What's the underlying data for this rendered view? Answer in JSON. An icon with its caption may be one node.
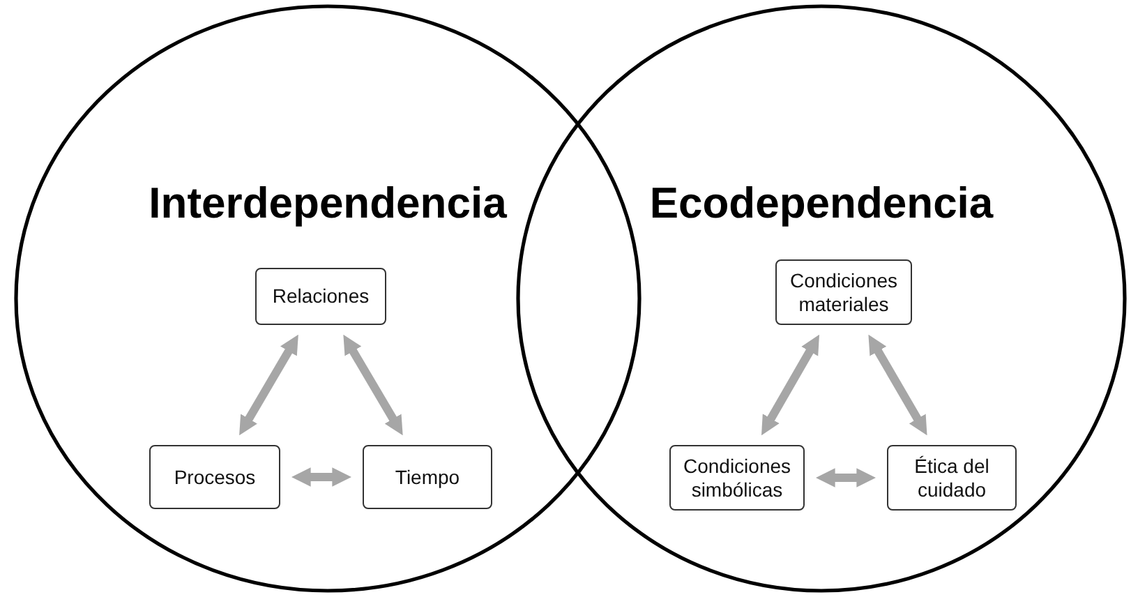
{
  "diagram": {
    "nodes": [
      {
        "text": [
          "Interdependencia"
        ]
      },
      {
        "text": [
          "Relaciones"
        ],
        "in": 0
      },
      {
        "text": [
          "Procesos"
        ],
        "in": 0
      },
      {
        "text": [
          "Tiempo"
        ],
        "in": 0
      },
      {
        "text": [
          "Ecodependencia"
        ]
      },
      {
        "text": [
          "Condiciones materiales"
        ],
        "in": 4
      },
      {
        "text": [
          "Condiciones simbólicas"
        ],
        "in": 4
      },
      {
        "text": [
          "Ética del cuidado"
        ],
        "in": 4
      }
    ],
    "edges": [
      {
        "from": 1,
        "to": 2,
        "arrow": "both"
      },
      {
        "from": 1,
        "to": 3,
        "arrow": "both"
      },
      {
        "from": 2,
        "to": 3,
        "arrow": "both"
      },
      {
        "from": 5,
        "to": 6,
        "arrow": "both"
      },
      {
        "from": 5,
        "to": 7,
        "arrow": "both"
      },
      {
        "from": 6,
        "to": 7,
        "arrow": "both"
      }
    ]
  }
}
